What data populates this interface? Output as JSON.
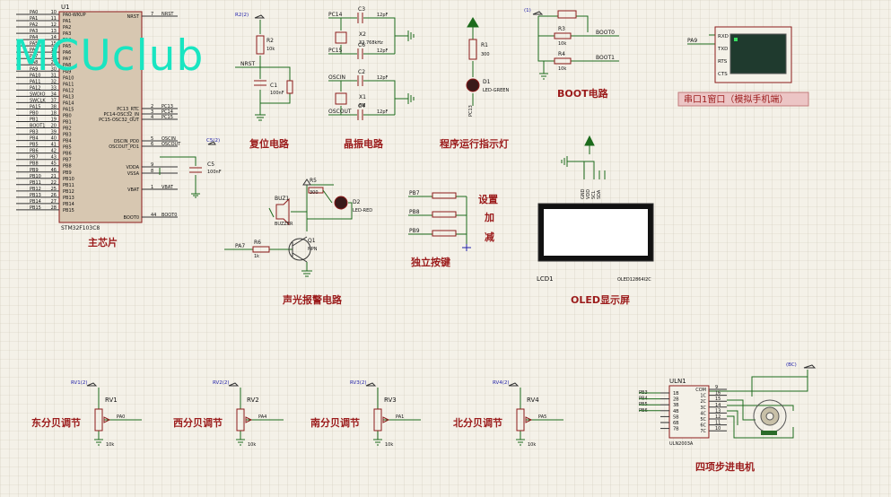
{
  "watermark": "MCUclub",
  "mcu": {
    "ref": "U1",
    "part": "STM32F103C8",
    "left_pins": [
      {
        "name": "PA0-WKUP",
        "num": "10",
        "net": "PA0"
      },
      {
        "name": "PA1",
        "num": "11",
        "net": "PA1"
      },
      {
        "name": "PA2",
        "num": "12",
        "net": "PA2"
      },
      {
        "name": "PA3",
        "num": "13",
        "net": "PA3"
      },
      {
        "name": "PA4",
        "num": "14",
        "net": "PA4"
      },
      {
        "name": "PA5",
        "num": "15",
        "net": "PA5"
      },
      {
        "name": "PA6",
        "num": "16",
        "net": "PA6"
      },
      {
        "name": "PA7",
        "num": "17",
        "net": "PA7"
      },
      {
        "name": "PA8",
        "num": "29",
        "net": "PA8"
      },
      {
        "name": "PA9",
        "num": "30",
        "net": "PA9"
      },
      {
        "name": "PA10",
        "num": "31",
        "net": "PA10"
      },
      {
        "name": "PA11",
        "num": "32",
        "net": "PA11"
      },
      {
        "name": "PA12",
        "num": "33",
        "net": "PA12"
      },
      {
        "name": "PA13",
        "num": "34",
        "net": "SWDIO"
      },
      {
        "name": "PA14",
        "num": "37",
        "net": "SWCLK"
      },
      {
        "name": "PA15",
        "num": "38",
        "net": "PA15"
      },
      {
        "name": "PB0",
        "num": "18",
        "net": "PB0"
      },
      {
        "name": "PB1",
        "num": "19",
        "net": "PB1"
      },
      {
        "name": "PB2",
        "num": "20",
        "net": "BOOT1"
      },
      {
        "name": "PB3",
        "num": "39",
        "net": "PB3"
      },
      {
        "name": "PB4",
        "num": "40",
        "net": "PB4"
      },
      {
        "name": "PB5",
        "num": "41",
        "net": "PB5"
      },
      {
        "name": "PB6",
        "num": "42",
        "net": "PB6"
      },
      {
        "name": "PB7",
        "num": "43",
        "net": "PB7"
      },
      {
        "name": "PB8",
        "num": "45",
        "net": "PB8"
      },
      {
        "name": "PB9",
        "num": "46",
        "net": "PB9"
      },
      {
        "name": "PB10",
        "num": "21",
        "net": "PB10"
      },
      {
        "name": "PB11",
        "num": "22",
        "net": "PB11"
      },
      {
        "name": "PB12",
        "num": "25",
        "net": "PB12"
      },
      {
        "name": "PB13",
        "num": "26",
        "net": "PB13"
      },
      {
        "name": "PB14",
        "num": "27",
        "net": "PB14"
      },
      {
        "name": "PB15",
        "num": "28",
        "net": "PB15"
      }
    ],
    "right_pins": [
      {
        "name": "NRST",
        "num": "7",
        "net": "NRST"
      },
      {
        "name": "PC13_RTC",
        "num": "2",
        "net": "PC13"
      },
      {
        "name": "PC14-OSC32_IN",
        "num": "3",
        "net": "PC14"
      },
      {
        "name": "PC15-OSC32_OUT",
        "num": "4",
        "net": "PC15"
      },
      {
        "name": "OSCIN_PD0",
        "num": "5",
        "net": "OSCIN"
      },
      {
        "name": "OSCOUT_PD1",
        "num": "6",
        "net": "OSCOUT"
      },
      {
        "name": "VDDA",
        "num": "9",
        "net": ""
      },
      {
        "name": "VSSA",
        "num": "8",
        "net": ""
      },
      {
        "name": "VBAT",
        "num": "1",
        "net": "VBAT"
      },
      {
        "name": "BOOT0",
        "num": "44",
        "net": "BOOT0"
      }
    ],
    "c5": {
      "ref": "C5",
      "value": "100nF",
      "probe": "C5(2)"
    }
  },
  "reset": {
    "probe": "R2(2)",
    "r_ref": "R2",
    "r_val": "10k",
    "net": "NRST",
    "c_ref": "C1",
    "c_val": "100nF"
  },
  "crystal": {
    "pc14": "PC14",
    "pc15": "PC15",
    "oscin": "OSCIN",
    "oscout": "OSCOUT",
    "c3": "C3",
    "c6": "C6",
    "c2": "C2",
    "c4": "C4",
    "cval": "12pF",
    "x2": "X2",
    "x2_val": "32.768kHz",
    "x1": "X1",
    "x1_val": "8M"
  },
  "led": {
    "r_ref": "R1",
    "r_val": "300",
    "d_ref": "D1",
    "d_val": "LED-GREEN",
    "net": "PC13"
  },
  "boot": {
    "probe": "(1)",
    "r3": "R3",
    "r3_val": "10k",
    "r4": "R4",
    "r4_val": "10k",
    "boot0": "BOOT0",
    "boot1": "BOOT1"
  },
  "terminal": {
    "net": "PA9",
    "pins": [
      "RXD",
      "TXD",
      "RTS",
      "CTS"
    ],
    "label": "串口1窗口（模拟手机端）"
  },
  "buzzer": {
    "ref": "BUZ1",
    "val": "BUZZER",
    "r5": "R5",
    "r5_val": "300",
    "d2": "D2",
    "d2_val": "LED-RED",
    "q1": "Q1",
    "q1_val": "NPN",
    "r6": "R6",
    "r6_val": "1k",
    "net": "PA7"
  },
  "keys": {
    "nets": [
      "PB7",
      "PB8",
      "PB9"
    ],
    "labels": [
      "设置",
      "加",
      "减"
    ]
  },
  "oled": {
    "ref": "LCD1",
    "part": "OLED12864I2C",
    "pins": [
      "GND",
      "VDD",
      "SCL",
      "SDA"
    ]
  },
  "pots": [
    {
      "probe": "RV1(2)",
      "ref": "RV1",
      "net": "PA0",
      "val": "10k",
      "label": "东分贝调节"
    },
    {
      "probe": "RV2(2)",
      "ref": "RV2",
      "net": "PA4",
      "val": "10k",
      "label": "西分贝调节"
    },
    {
      "probe": "RV3(2)",
      "ref": "RV3",
      "net": "PA1",
      "val": "10k",
      "label": "南分贝调节"
    },
    {
      "probe": "RV4(2)",
      "ref": "RV4",
      "net": "PA5",
      "val": "10k",
      "label": "北分贝调节"
    }
  ],
  "uln": {
    "ref": "ULN1",
    "part": "ULN2003A",
    "probe": "(BC)",
    "inputs": [
      "PB3",
      "PB4",
      "PB5",
      "PB6"
    ],
    "left": [
      "1B",
      "2B",
      "3B",
      "4B",
      "5B",
      "6B",
      "7B"
    ],
    "right": [
      "COM",
      "1C",
      "2C",
      "3C",
      "4C",
      "5C",
      "6C",
      "7C"
    ],
    "rnums": [
      "9",
      "16",
      "15",
      "14",
      "13",
      "12",
      "11",
      "10"
    ]
  },
  "titles": {
    "main": "主芯片",
    "reset": "复位电路",
    "crystal": "晶振电路",
    "led": "程序运行指示灯",
    "boot": "BOOT电路",
    "alarm": "声光报警电路",
    "keys": "独立按键",
    "oled": "OLED显示屏",
    "stepper": "四项步进电机"
  }
}
